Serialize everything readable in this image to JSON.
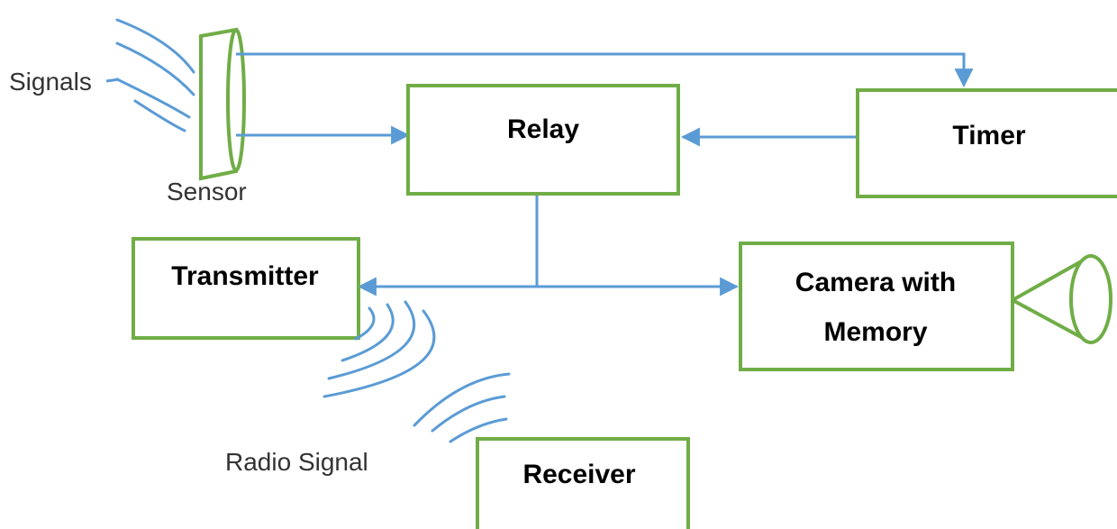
{
  "colors": {
    "block_border": "#70ad47",
    "connector": "#5b9bd5",
    "text": "#000000"
  },
  "blocks": {
    "relay": "Relay",
    "timer": "Timer",
    "transmitter": "Transmitter",
    "camera_line1": "Camera with",
    "camera_line2": "Memory",
    "receiver": "Receiver"
  },
  "labels": {
    "signals": "Signals",
    "sensor": "Sensor",
    "radio_signal": "Radio Signal"
  },
  "icons": {
    "sensor": "sensor-disc-icon",
    "camera_lens": "camera-lens-icon",
    "incoming_signal": "signal-waves-icon",
    "radio_waves": "radio-waves-icon"
  }
}
